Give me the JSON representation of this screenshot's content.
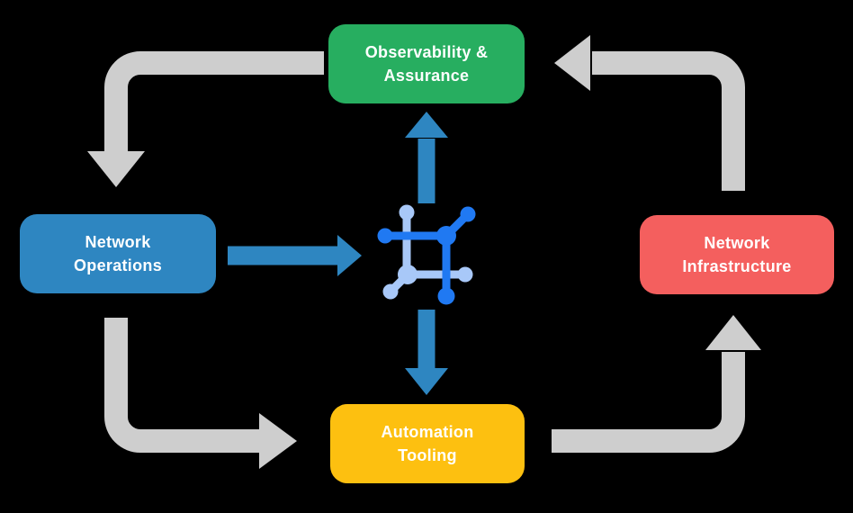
{
  "nodes": {
    "observability": {
      "label": "Observability &\nAssurance",
      "color": "#27AE60"
    },
    "operations": {
      "label": "Network\nOperations",
      "color": "#2E86C1"
    },
    "infrastructure": {
      "label": "Network\nInfrastructure",
      "color": "#F45F5E"
    },
    "automation": {
      "label": "Automation\nTooling",
      "color": "#FDC010"
    }
  },
  "colors": {
    "background": "#000000",
    "node_text": "#FFFFFF",
    "cycle_arrow": "#CECECE",
    "flow_arrow": "#2E86C1",
    "icon_dark_blue": "#2079F2",
    "icon_light_blue": "#A8C8F8"
  },
  "arrows": {
    "cycle": [
      {
        "from": "Observability & Assurance",
        "to": "Network Operations"
      },
      {
        "from": "Network Operations",
        "to": "Automation Tooling"
      },
      {
        "from": "Automation Tooling",
        "to": "Network Infrastructure"
      },
      {
        "from": "Network Infrastructure",
        "to": "Observability & Assurance"
      }
    ],
    "flow": [
      {
        "from": "Network Operations",
        "to": "network-hub"
      },
      {
        "from": "network-hub",
        "to": "Observability & Assurance"
      },
      {
        "from": "network-hub",
        "to": "Automation Tooling"
      }
    ]
  },
  "icon": {
    "name": "network-hub-icon"
  }
}
